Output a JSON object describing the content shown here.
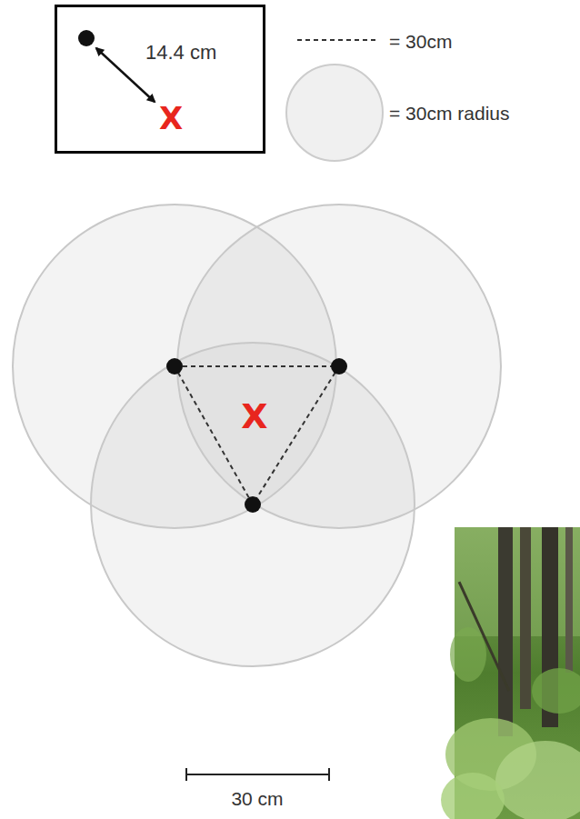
{
  "diagram": {
    "nodes": [
      {
        "text": [
          "14.4 cm",
          "X"
        ]
      }
    ],
    "labels": [
      "X",
      "30 cm"
    ],
    "legend": [
      {
        "text": "= 30cm"
      },
      {
        "text": "= 30cm radius"
      }
    ]
  }
}
